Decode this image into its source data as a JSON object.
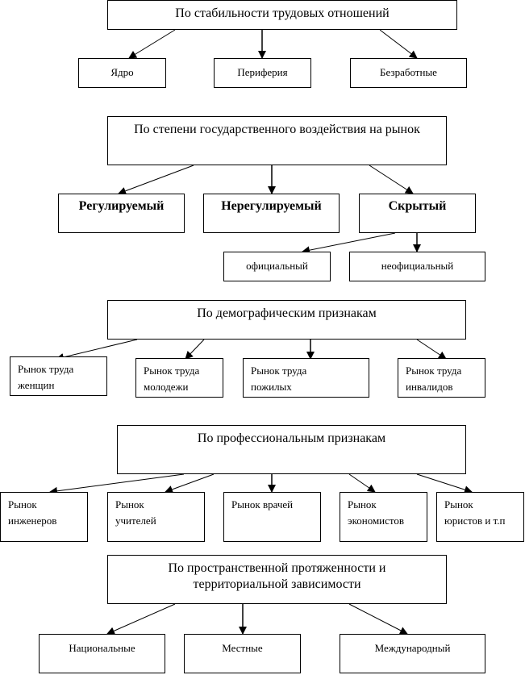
{
  "groups": [
    {
      "title": "По стабильности трудовых отношений",
      "items": [
        "Ядро",
        "Периферия",
        "Безработные"
      ]
    },
    {
      "title": "По степени государственного воздействия на рынок",
      "items": [
        "Регулируемый",
        "Нерегулируемый",
        "Скрытый"
      ],
      "sub_items": [
        "официальный",
        "неофициальный"
      ]
    },
    {
      "title": "По демографическим признакам",
      "items": [
        "Рынок труда женщин",
        "Рынок труда молодежи",
        "Рынок труда пожилых",
        "Рынок труда инвалидов"
      ]
    },
    {
      "title": "По профессиональным признакам",
      "items": [
        "Рынок инженеров",
        "Рынок учителей",
        "Рынок врачей",
        "Рынок экономистов",
        "Рынок юристов и т.п"
      ]
    },
    {
      "title": "По пространственной протяженности и территориальной зависимости",
      "items": [
        "Национальные",
        "Местные",
        "Международный"
      ]
    }
  ]
}
